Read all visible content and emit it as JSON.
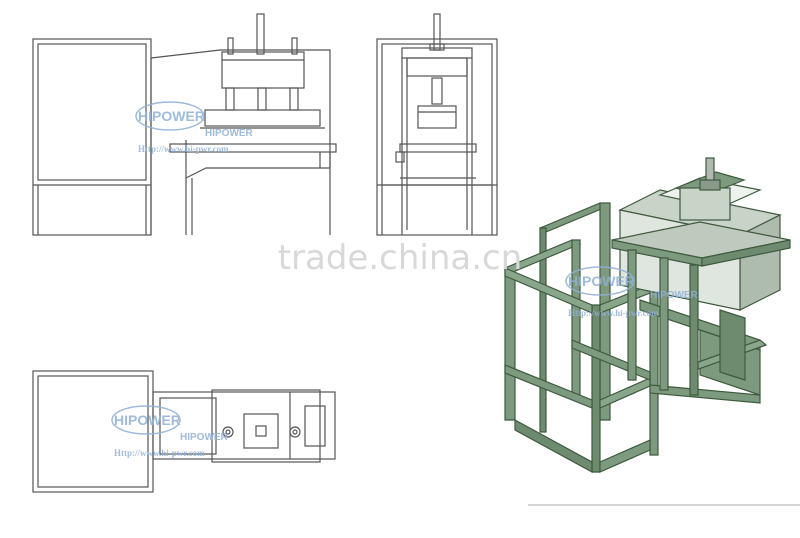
{
  "watermark": {
    "brand_logo": "HIPOWER",
    "brand": "HIPOWER",
    "url": "Http://www.hi-pwr.com",
    "site": "trade.china.cn"
  },
  "colors": {
    "line": "#555555",
    "frame_fill": "#7e9a7e",
    "frame_dark": "#4d6a4d",
    "panel_fill": "#c9d4c9",
    "watermark_blue": "#8fb0d8",
    "watermark_gray": "#d8d8d8"
  }
}
